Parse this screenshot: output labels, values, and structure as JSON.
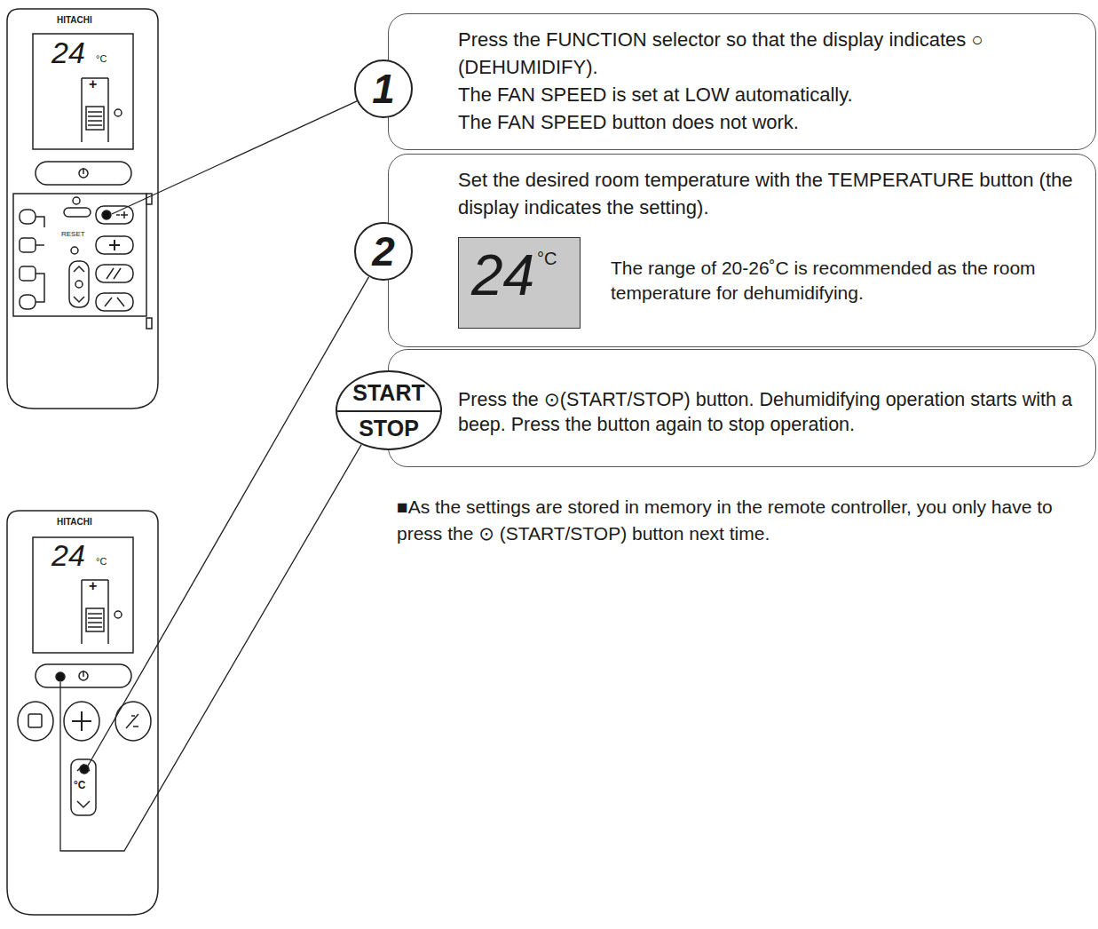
{
  "diagram": {
    "nodes": [
      {
        "text": [
          "1"
        ]
      },
      {
        "text": [
          "Press the FUNCTION selector so that the display indicates ○ (DEHUMIDIFY).",
          "The FAN SPEED is set at LOW automatically.",
          "The FAN SPEED button does not work."
        ]
      },
      {
        "text": [
          "2"
        ]
      },
      {
        "text": [
          "Set the desired room temperature with the TEMPERATURE button (the display indicates the setting).",
          "The range of 20-26˚C is recommended as the room temperature for dehumidifying."
        ]
      },
      {
        "text": [
          "24",
          "°C"
        ],
        "in": 3
      },
      {
        "text": [
          "START",
          "STOP"
        ]
      },
      {
        "text": [
          "Press the ⊙(START/STOP) button. Dehumidifying operation starts with a beep. Press the button again to stop operation."
        ]
      }
    ],
    "labels": [
      "HITACHI",
      "24",
      "°C",
      "+",
      "RESET",
      "HITACHI",
      "24",
      "°C",
      "+",
      "°C",
      "■As the settings are stored in memory in the remote controller, you only have to press the ⊙ (START/STOP) button next time."
    ]
  }
}
